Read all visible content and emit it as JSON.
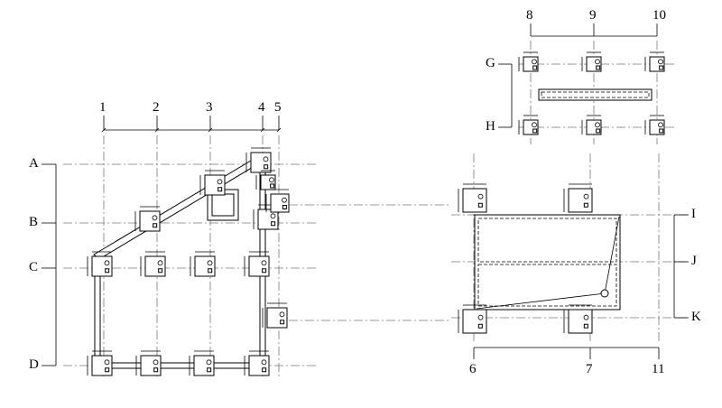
{
  "left_plan": {
    "vertical_axes": [
      "1",
      "2",
      "3",
      "4",
      "5"
    ],
    "horizontal_axes": [
      "A",
      "B",
      "C",
      "D"
    ]
  },
  "top_right_plan": {
    "vertical_axes": [
      "8",
      "9",
      "10"
    ],
    "horizontal_axes": [
      "G",
      "H"
    ]
  },
  "bottom_right_plan": {
    "vertical_axes": [
      "6",
      "7",
      "11"
    ],
    "horizontal_axes": [
      "I",
      "J",
      "K"
    ]
  }
}
